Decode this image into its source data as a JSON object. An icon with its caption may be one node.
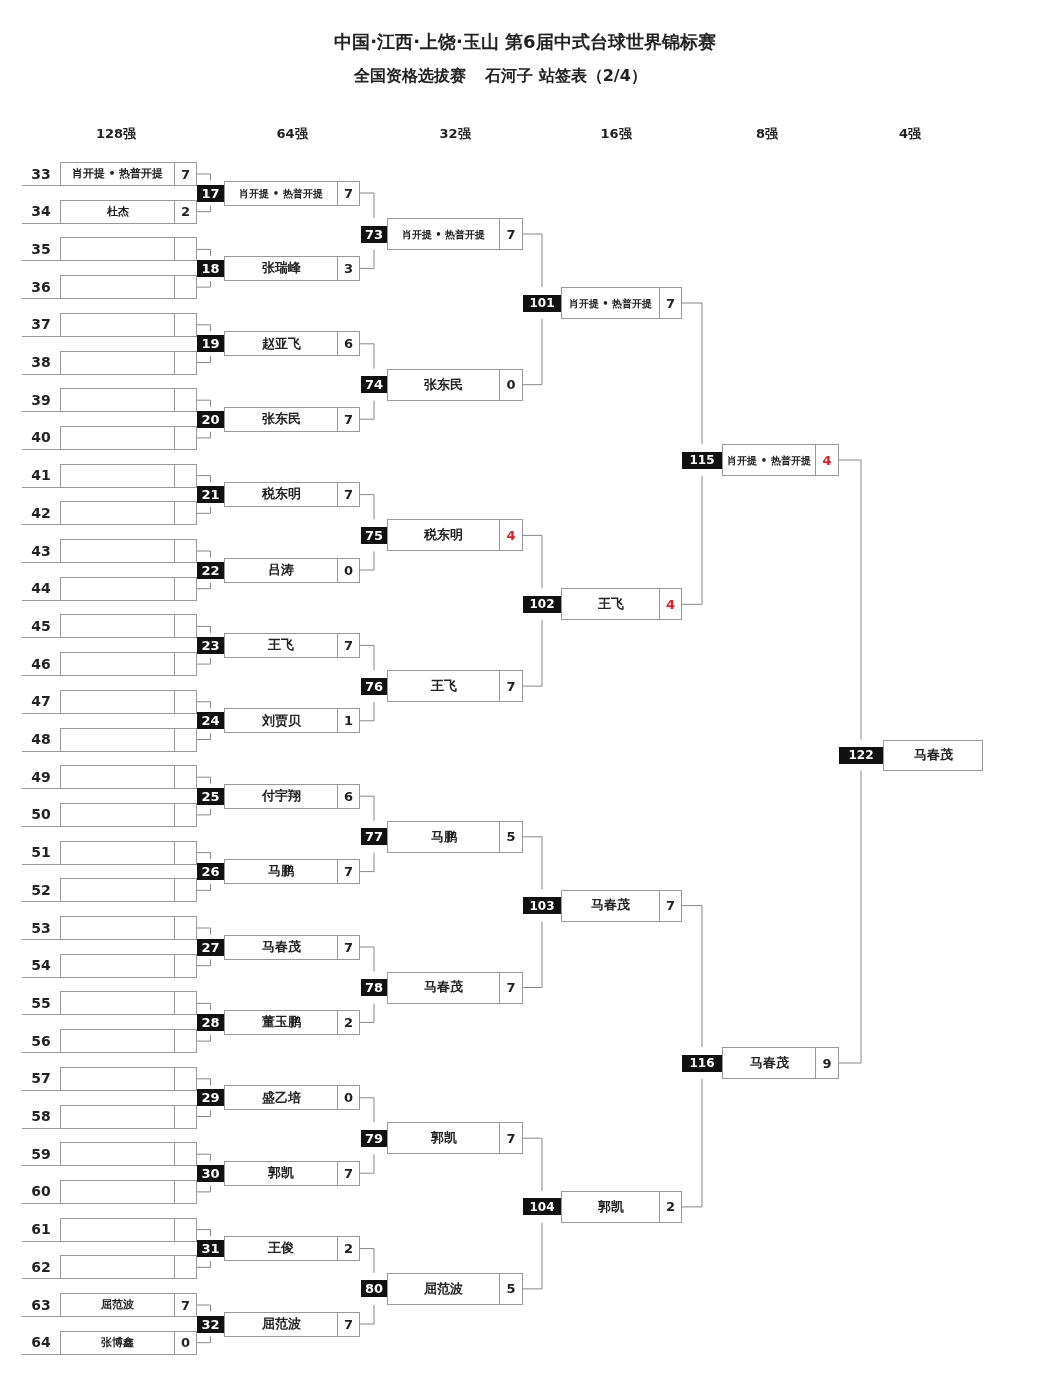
{
  "diagram": {
    "title": "中国·江西·上饶·玉山 第6届中式台球世界锦标赛",
    "nodes": [
      {
        "text": [
          "33",
          "肖开提 • 热普开提",
          "7"
        ]
      },
      {
        "text": [
          "34",
          "杜杰",
          "2"
        ]
      },
      {
        "text": [
          "35"
        ]
      },
      {
        "text": [
          "36"
        ]
      },
      {
        "text": [
          "37"
        ]
      },
      {
        "text": [
          "38"
        ]
      },
      {
        "text": [
          "39"
        ]
      },
      {
        "text": [
          "40"
        ]
      },
      {
        "text": [
          "41"
        ]
      },
      {
        "text": [
          "42"
        ]
      },
      {
        "text": [
          "43"
        ]
      },
      {
        "text": [
          "44"
        ]
      },
      {
        "text": [
          "45"
        ]
      },
      {
        "text": [
          "46"
        ]
      },
      {
        "text": [
          "47"
        ]
      },
      {
        "text": [
          "48"
        ]
      },
      {
        "text": [
          "49"
        ]
      },
      {
        "text": [
          "50"
        ]
      },
      {
        "text": [
          "51"
        ]
      },
      {
        "text": [
          "52"
        ]
      },
      {
        "text": [
          "53"
        ]
      },
      {
        "text": [
          "54"
        ]
      },
      {
        "text": [
          "55"
        ]
      },
      {
        "text": [
          "56"
        ]
      },
      {
        "text": [
          "57"
        ]
      },
      {
        "text": [
          "58"
        ]
      },
      {
        "text": [
          "59"
        ]
      },
      {
        "text": [
          "60"
        ]
      },
      {
        "text": [
          "61"
        ]
      },
      {
        "text": [
          "62"
        ]
      },
      {
        "text": [
          "63",
          "屈范波",
          "7"
        ]
      },
      {
        "text": [
          "64",
          "张博鑫",
          "0"
        ]
      },
      {
        "text": [
          "17",
          "肖开提 • 热普开提",
          "7"
        ]
      },
      {
        "text": [
          "18",
          "张瑞峰",
          "3"
        ]
      },
      {
        "text": [
          "19",
          "赵亚飞",
          "6"
        ]
      },
      {
        "text": [
          "20",
          "张东民",
          "7"
        ]
      },
      {
        "text": [
          "21",
          "税东明",
          "7"
        ]
      },
      {
        "text": [
          "22",
          "吕涛",
          "0"
        ]
      },
      {
        "text": [
          "23",
          "王飞",
          "7"
        ]
      },
      {
        "text": [
          "24",
          "刘贾贝",
          "1"
        ]
      },
      {
        "text": [
          "25",
          "付宇翔",
          "6"
        ]
      },
      {
        "text": [
          "26",
          "马鹏",
          "7"
        ]
      },
      {
        "text": [
          "27",
          "马春茂",
          "7"
        ]
      },
      {
        "text": [
          "28",
          "董玉鹏",
          "2"
        ]
      },
      {
        "text": [
          "29",
          "盛乙培",
          "0"
        ]
      },
      {
        "text": [
          "30",
          "郭凯",
          "7"
        ]
      },
      {
        "text": [
          "31",
          "王俊",
          "2"
        ]
      },
      {
        "text": [
          "32",
          "屈范波",
          "7"
        ]
      },
      {
        "text": [
          "73",
          "肖开提 • 热普开提",
          "7"
        ]
      },
      {
        "text": [
          "74",
          "张东民",
          "0"
        ]
      },
      {
        "text": [
          "75",
          "税东明",
          "4"
        ]
      },
      {
        "text": [
          "76",
          "王飞",
          "7"
        ]
      },
      {
        "text": [
          "77",
          "马鹏",
          "5"
        ]
      },
      {
        "text": [
          "78",
          "马春茂",
          "7"
        ]
      },
      {
        "text": [
          "79",
          "郭凯",
          "7"
        ]
      },
      {
        "text": [
          "80",
          "屈范波",
          "5"
        ]
      },
      {
        "text": [
          "101",
          "肖开提 • 热普开提",
          "7"
        ]
      },
      {
        "text": [
          "102",
          "王飞",
          "4"
        ]
      },
      {
        "text": [
          "103",
          "马春茂",
          "7"
        ]
      },
      {
        "text": [
          "104",
          "郭凯",
          "2"
        ]
      },
      {
        "text": [
          "115",
          "肖开提 • 热普开提",
          "4"
        ]
      },
      {
        "text": [
          "116",
          "马春茂",
          "9"
        ]
      },
      {
        "text": [
          "122",
          "马春茂"
        ]
      }
    ],
    "edges": [
      {
        "from": 0,
        "to": 32,
        "arrow": "none"
      },
      {
        "from": 1,
        "to": 32,
        "arrow": "none"
      },
      {
        "from": 2,
        "to": 33,
        "arrow": "none"
      },
      {
        "from": 3,
        "to": 33,
        "arrow": "none"
      },
      {
        "from": 4,
        "to": 34,
        "arrow": "none"
      },
      {
        "from": 5,
        "to": 34,
        "arrow": "none"
      },
      {
        "from": 6,
        "to": 35,
        "arrow": "none"
      },
      {
        "from": 7,
        "to": 35,
        "arrow": "none"
      },
      {
        "from": 8,
        "to": 36,
        "arrow": "none"
      },
      {
        "from": 9,
        "to": 36,
        "arrow": "none"
      },
      {
        "from": 10,
        "to": 37,
        "arrow": "none"
      },
      {
        "from": 11,
        "to": 37,
        "arrow": "none"
      },
      {
        "from": 12,
        "to": 38,
        "arrow": "none"
      },
      {
        "from": 13,
        "to": 38,
        "arrow": "none"
      },
      {
        "from": 14,
        "to": 39,
        "arrow": "none"
      },
      {
        "from": 15,
        "to": 39,
        "arrow": "none"
      },
      {
        "from": 16,
        "to": 40,
        "arrow": "none"
      },
      {
        "from": 17,
        "to": 40,
        "arrow": "none"
      },
      {
        "from": 18,
        "to": 41,
        "arrow": "none"
      },
      {
        "from": 19,
        "to": 41,
        "arrow": "none"
      },
      {
        "from": 20,
        "to": 42,
        "arrow": "none"
      },
      {
        "from": 21,
        "to": 42,
        "arrow": "none"
      },
      {
        "from": 22,
        "to": 43,
        "arrow": "none"
      },
      {
        "from": 23,
        "to": 43,
        "arrow": "none"
      },
      {
        "from": 24,
        "to": 44,
        "arrow": "none"
      },
      {
        "from": 25,
        "to": 44,
        "arrow": "none"
      },
      {
        "from": 26,
        "to": 45,
        "arrow": "none"
      },
      {
        "from": 27,
        "to": 45,
        "arrow": "none"
      },
      {
        "from": 28,
        "to": 46,
        "arrow": "none"
      },
      {
        "from": 29,
        "to": 46,
        "arrow": "none"
      },
      {
        "from": 30,
        "to": 47,
        "arrow": "none"
      },
      {
        "from": 31,
        "to": 47,
        "arrow": "none"
      },
      {
        "from": 32,
        "to": 48,
        "arrow": "none"
      },
      {
        "from": 33,
        "to": 48,
        "arrow": "none"
      },
      {
        "from": 34,
        "to": 49,
        "arrow": "none"
      },
      {
        "from": 35,
        "to": 49,
        "arrow": "none"
      },
      {
        "from": 36,
        "to": 50,
        "arrow": "none"
      },
      {
        "from": 37,
        "to": 50,
        "arrow": "none"
      },
      {
        "from": 38,
        "to": 51,
        "arrow": "none"
      },
      {
        "from": 39,
        "to": 51,
        "arrow": "none"
      },
      {
        "from": 40,
        "to": 52,
        "arrow": "none"
      },
      {
        "from": 41,
        "to": 52,
        "arrow": "none"
      },
      {
        "from": 42,
        "to": 53,
        "arrow": "none"
      },
      {
        "from": 43,
        "to": 53,
        "arrow": "none"
      },
      {
        "from": 44,
        "to": 54,
        "arrow": "none"
      },
      {
        "from": 45,
        "to": 54,
        "arrow": "none"
      },
      {
        "from": 46,
        "to": 55,
        "arrow": "none"
      },
      {
        "from": 47,
        "to": 55,
        "arrow": "none"
      },
      {
        "from": 48,
        "to": 56,
        "arrow": "none"
      },
      {
        "from": 49,
        "to": 56,
        "arrow": "none"
      },
      {
        "from": 50,
        "to": 57,
        "arrow": "none"
      },
      {
        "from": 51,
        "to": 57,
        "arrow": "none"
      },
      {
        "from": 52,
        "to": 58,
        "arrow": "none"
      },
      {
        "from": 53,
        "to": 58,
        "arrow": "none"
      },
      {
        "from": 54,
        "to": 59,
        "arrow": "none"
      },
      {
        "from": 55,
        "to": 59,
        "arrow": "none"
      },
      {
        "from": 56,
        "to": 60,
        "arrow": "none"
      },
      {
        "from": 57,
        "to": 60,
        "arrow": "none"
      },
      {
        "from": 58,
        "to": 61,
        "arrow": "none"
      },
      {
        "from": 59,
        "to": 61,
        "arrow": "none"
      },
      {
        "from": 60,
        "to": 62,
        "arrow": "none"
      },
      {
        "from": 61,
        "to": 62,
        "arrow": "none"
      }
    ],
    "labels": [
      "全国资格选拔赛",
      "石河子 站签表（2/4）",
      "128强",
      "64强",
      "32强",
      "16强",
      "8强",
      "4强"
    ]
  }
}
